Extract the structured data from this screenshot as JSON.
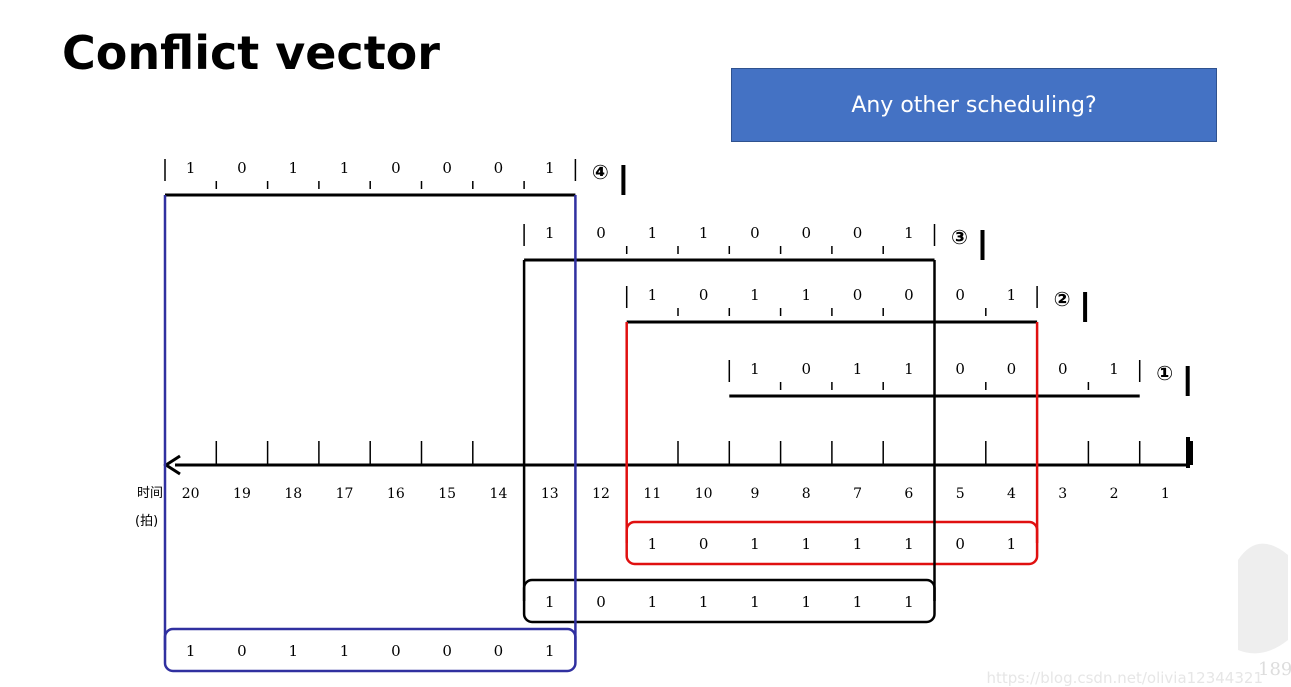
{
  "title": "Conflict vector",
  "callout": {
    "label": "Any other scheduling?"
  },
  "axis": {
    "label_line1": "时间",
    "label_line2": "(拍)",
    "ticks": [
      "20",
      "19",
      "18",
      "17",
      "16",
      "15",
      "14",
      "13",
      "12",
      "11",
      "10",
      "9",
      "8",
      "7",
      "6",
      "5",
      "4",
      "3",
      "2",
      "1"
    ]
  },
  "initiations": [
    {
      "marker": "④",
      "bits": [
        "1",
        "0",
        "1",
        "1",
        "0",
        "0",
        "0",
        "1"
      ]
    },
    {
      "marker": "③",
      "bits": [
        "1",
        "0",
        "1",
        "1",
        "0",
        "0",
        "0",
        "1"
      ]
    },
    {
      "marker": "②",
      "bits": [
        "1",
        "0",
        "1",
        "1",
        "0",
        "0",
        "0",
        "1"
      ]
    },
    {
      "marker": "①",
      "bits": [
        "1",
        "0",
        "1",
        "1",
        "0",
        "0",
        "0",
        "1"
      ]
    }
  ],
  "result_vectors": [
    {
      "color": "#e01010",
      "bits": [
        "1",
        "0",
        "1",
        "1",
        "1",
        "1",
        "0",
        "1"
      ]
    },
    {
      "color": "#000000",
      "bits": [
        "1",
        "0",
        "1",
        "1",
        "1",
        "1",
        "1",
        "1"
      ]
    },
    {
      "color": "#3030a0",
      "bits": [
        "1",
        "0",
        "1",
        "1",
        "0",
        "0",
        "0",
        "1"
      ]
    }
  ],
  "watermark": "https://blog.csdn.net/olivia12344321"
}
